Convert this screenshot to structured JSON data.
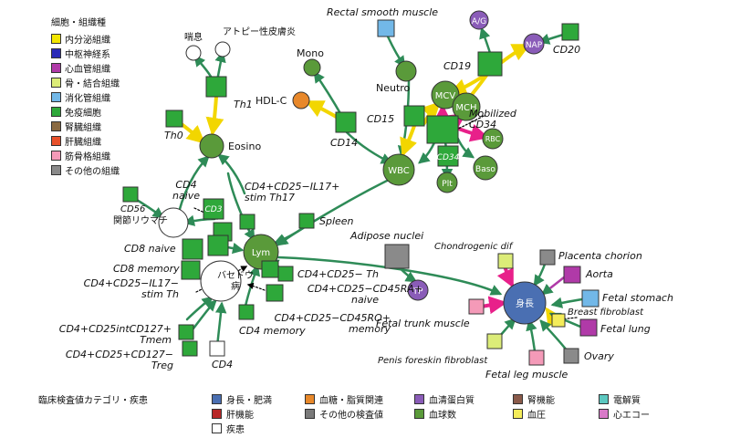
{
  "legend_tissue": {
    "title": "細胞・組織種",
    "items": [
      {
        "label": "内分泌組織",
        "color": "#f2e600"
      },
      {
        "label": "中枢神経系",
        "color": "#2a2ab8"
      },
      {
        "label": "心血管組織",
        "color": "#b03aa8"
      },
      {
        "label": "骨・結合組織",
        "color": "#dcec78"
      },
      {
        "label": "消化管組織",
        "color": "#72b8e8"
      },
      {
        "label": "免疫細胞",
        "color": "#2ea83a"
      },
      {
        "label": "腎臓組織",
        "color": "#8a6a42"
      },
      {
        "label": "肝臓組織",
        "color": "#e8502a"
      },
      {
        "label": "筋骨格組織",
        "color": "#f49ab8"
      },
      {
        "label": "その他の組織",
        "color": "#8a8a8a"
      }
    ]
  },
  "legend_trait": {
    "title": "臨床検査値カテゴリ・疾患",
    "items": [
      {
        "label": "身長・肥満",
        "color": "#4a6fb2"
      },
      {
        "label": "血糖・脂質関連",
        "color": "#e8882a"
      },
      {
        "label": "血清蛋白質",
        "color": "#8a5cb8"
      },
      {
        "label": "腎機能",
        "color": "#8a5a4a"
      },
      {
        "label": "電解質",
        "color": "#5cc8c0"
      },
      {
        "label": "肝機能",
        "color": "#b82828"
      },
      {
        "label": "その他の検査値",
        "color": "#7a7a7a"
      },
      {
        "label": "血球数",
        "color": "#5a9a3a"
      },
      {
        "label": "血圧",
        "color": "#f4ec5a"
      },
      {
        "label": "心エコー",
        "color": "#d87ac8"
      },
      {
        "label": "疾患",
        "color": "#ffffff"
      }
    ]
  },
  "labels": {
    "asthma": "喘息",
    "atopic": "アトピー性皮膚炎",
    "th1": "Th1",
    "th0": "Th0",
    "eosino": "Eosino",
    "mono": "Mono",
    "hdlc": "HDL-C",
    "neutro": "Neutro",
    "rectal": "Rectal smooth muscle",
    "ag": "A/G",
    "nap": "NAP",
    "cd20": "CD20",
    "cd19": "CD19",
    "mcv": "MCV",
    "mch": "MCH",
    "mobilized": "Mobilized\nCD34",
    "rbc": "RBC",
    "cd15": "CD15",
    "cd14": "CD14",
    "cd34": "CD34",
    "baso": "Baso",
    "wbc": "WBC",
    "plt": "Plt",
    "cd4naive": "CD4\nnaive",
    "cd3": "CD3",
    "th17": "CD4+CD25−IL17+\nstim Th17",
    "cd56": "CD56",
    "ra": "関節リウマチ",
    "spleen": "Spleen",
    "lym": "Lym",
    "adipose": "Adipose nuclei",
    "cd8naive": "CD8 naive",
    "cd8mem": "CD8 memory",
    "basedow": "バセドウ\n病",
    "thIL17": "CD4+CD25−IL17−\nstim Th",
    "th25": "CD4+CD25− Th",
    "cd45ra": "CD4+CD25−CD45RA+\nnaive",
    "tp": "TP",
    "cd4mem": "CD4 memory",
    "cd45ro": "CD4+CD25−CD45RO+\nmemory",
    "tmem": "CD4+CD25intCD127+\nTmem",
    "treg": "CD4+CD25+CD127−\nTreg",
    "cd4": "CD4",
    "chondro": "Chondrogenic dif",
    "placenta": "Placenta chorion",
    "aorta": "Aorta",
    "height": "身長",
    "fstomach": "Fetal stomach",
    "breast": "Breast fibroblast",
    "ftrunk": "Fetal trunk muscle",
    "flung": "Fetal lung",
    "penis": "Penis foreskin fibroblast",
    "ovary": "Ovary",
    "fleg": "Fetal leg muscle"
  }
}
